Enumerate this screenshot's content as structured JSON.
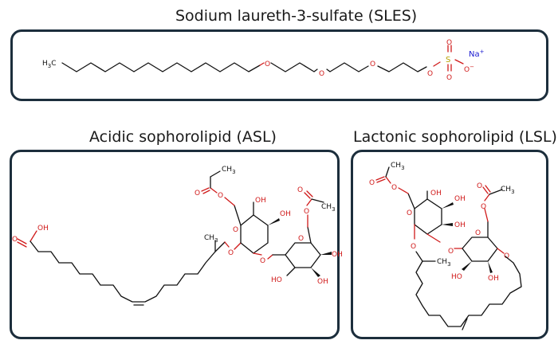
{
  "titles": {
    "sles": "Sodium laureth-3-sulfate (SLES)",
    "asl": "Acidic sophorolipid (ASL)",
    "lsl": "Lactonic sophorolipid (LSL)"
  },
  "atoms": {
    "methyl": "H",
    "methyl_sub": "3",
    "methyl_c": "C",
    "ch3": "CH",
    "ch3_sub": "3",
    "oxygen": "O",
    "hydroxyl": "OH",
    "hydroxyl_left": "HO",
    "sulfur": "S",
    "o_minus": "O",
    "minus": "−",
    "sodium": "Na",
    "plus": "+"
  },
  "colors": {
    "frame": "#1c2e3c",
    "oxygen": "#d01a1a",
    "sulfur": "#b7a100",
    "sodium": "#1a1ad0"
  }
}
